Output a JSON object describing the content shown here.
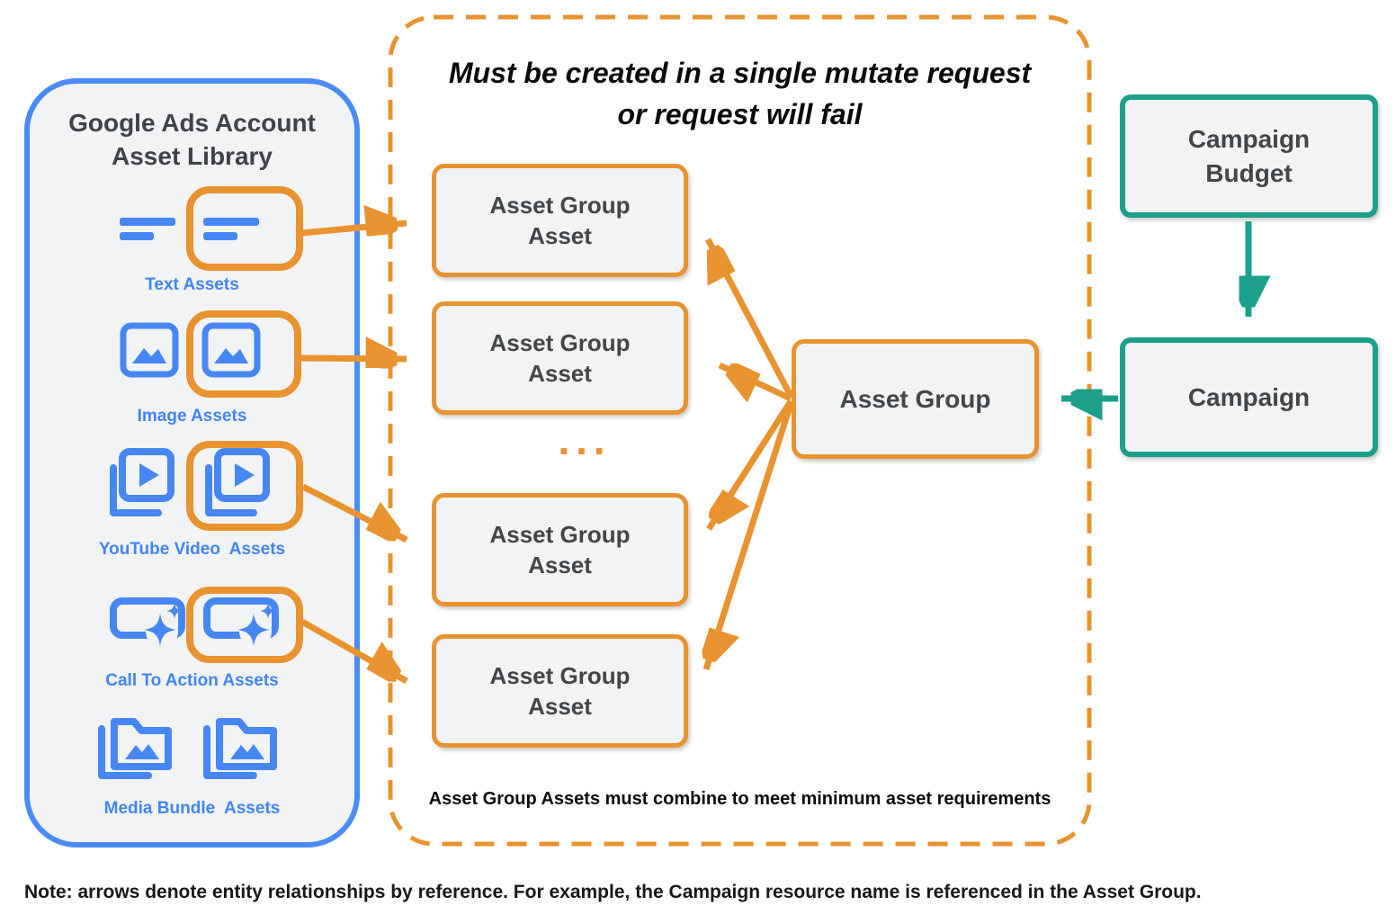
{
  "library": {
    "title_line1": "Google Ads Account",
    "title_line2": "Asset Library",
    "items": [
      {
        "label": "Text Assets",
        "icon": "text-asset-icon"
      },
      {
        "label": "Image Assets",
        "icon": "image-asset-icon"
      },
      {
        "label": "YouTube Video  Assets",
        "icon": "youtube-video-asset-icon"
      },
      {
        "label": "Call To Action Assets",
        "icon": "call-to-action-asset-icon"
      },
      {
        "label": "Media Bundle  Assets",
        "icon": "media-bundle-asset-icon"
      }
    ]
  },
  "mutate_group": {
    "title_line1": "Must be created in a single mutate request",
    "title_line2": "or request will fail",
    "asset_group_asset_boxes": [
      "Asset Group Asset",
      "Asset Group Asset",
      "Asset Group Asset",
      "Asset Group Asset"
    ],
    "ellipsis": "...",
    "asset_group_label": "Asset Group",
    "caption": "Asset Group Assets must combine to meet minimum asset requirements"
  },
  "campaign": {
    "budget_label": "Campaign Budget",
    "campaign_label": "Campaign"
  },
  "note": "Note: arrows denote entity relationships by reference. For example, the Campaign resource name is referenced in the Asset Group.",
  "colors": {
    "blue": "#4A8CF7",
    "blue_icon": "#4787F3",
    "orange": "#E8932F",
    "teal": "#1CA08C",
    "panel_fill": "#F1F3F4",
    "dark_text": "#3F4347",
    "black_text": "#0B0B0B"
  }
}
